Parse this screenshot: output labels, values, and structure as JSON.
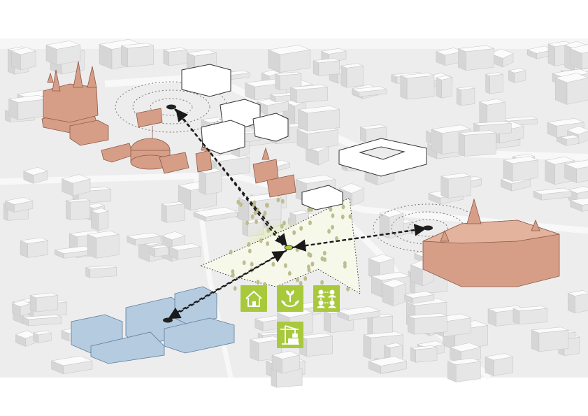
{
  "figure": {
    "subject": "axonometric-urban-site-plan",
    "colors": {
      "background": "#ffffff",
      "ground": "#ececec",
      "generic_building": "#f2f2f2",
      "building_edge": "#9a9a9a",
      "heritage_building": "#d79e87",
      "heritage_edge": "#8c5a48",
      "new_development": "#b4cbe0",
      "new_development_edge": "#5f7d9a",
      "green_accent": "#a9c93c",
      "connection_line": "#1a1a1a"
    },
    "icons": [
      {
        "name": "housing-icon"
      },
      {
        "name": "nature-care-icon"
      },
      {
        "name": "community-network-icon"
      },
      {
        "name": "construction-crane-icon"
      }
    ],
    "connection_style": "dashed-bidirectional-arrows",
    "focal_area_style": "dotted-outline-green-hatch"
  }
}
